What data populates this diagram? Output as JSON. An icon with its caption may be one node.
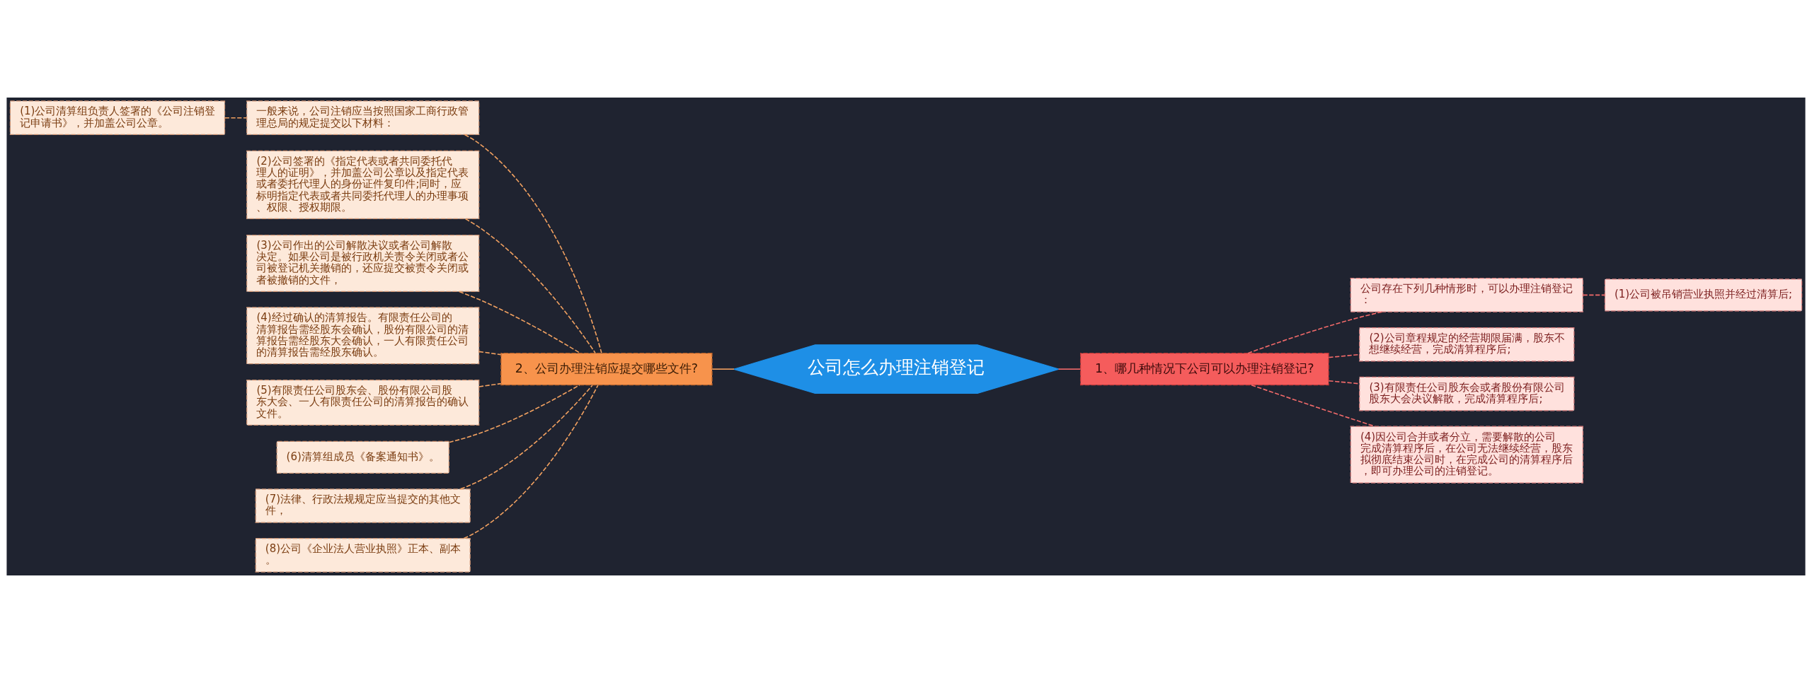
{
  "diagram": {
    "nodes": [
      {
        "text": [
          "公司怎么办理注销登记"
        ]
      },
      {
        "text": [
          "1、哪几种情况下公司可以办理注销登记?"
        ]
      },
      {
        "text": [
          "公司存在下列几种情形时，可以办理注销登记："
        ]
      },
      {
        "text": [
          "(1)公司被吊销营业执照并经过清算后;"
        ]
      },
      {
        "text": [
          "(2)公司章程规定的经营期限届满，股东不想继续经营，完成清算程序后;"
        ]
      },
      {
        "text": [
          "(3)有限责任公司股东会或者股份有限公司股东大会决议解散，完成清算程序后;"
        ]
      },
      {
        "text": [
          "(4)因公司合并或者分立，需要解散的公司完成清算程序后，在公司无法继续经营，股东拟彻底结束公司时，在完成公司的清算程序后，即可办理公司的注销登记。"
        ]
      },
      {
        "text": [
          "2、公司办理注销应提交哪些文件?"
        ]
      },
      {
        "text": [
          "一般来说，公司注销应当按照国家工商行政管理总局的规定提交以下材料："
        ]
      },
      {
        "text": [
          "(1)公司清算组负责人签署的《公司注销登记申请书》，并加盖公司公章。"
        ]
      },
      {
        "text": [
          "(2)公司签署的《指定代表或者共同委托代理人的证明》，并加盖公司公章以及指定代表或者委托代理人的身份证件复印件;同时，应标明指定代表或者共同委托代理人的办理事项、权限、授权期限。"
        ]
      },
      {
        "text": [
          "(3)公司作出的公司解散决议或者公司解散决定。如果公司是被行政机关责令关闭或者公司被登记机关撤销的，还应提交被责令关闭或者被撤销的文件，"
        ]
      },
      {
        "text": [
          "(4)经过确认的清算报告。有限责任公司的清算报告需经股东会确认，股份有限公司的清算报告需经股东大会确认，一人有限责任公司的清算报告需经股东确认。"
        ]
      },
      {
        "text": [
          "(5)有限责任公司股东会、股份有限公司股东大会、一人有限责任公司的清算报告的确认文件。"
        ]
      },
      {
        "text": [
          "(6)清算组成员《备案通知书》。"
        ]
      },
      {
        "text": [
          "(7)法律、行政法规规定应当提交的其他文件，"
        ]
      },
      {
        "text": [
          "(8)公司《企业法人营业执照》正本、副本。"
        ]
      }
    ],
    "edges": [
      {
        "from": 0,
        "to": 1,
        "arrow": "none",
        "color": "#f26a6a"
      },
      {
        "from": 1,
        "to": 2,
        "arrow": "none",
        "style": "dashed",
        "color": "#f26a6a"
      },
      {
        "from": 2,
        "to": 3,
        "arrow": "none",
        "style": "dashed",
        "color": "#f26a6a"
      },
      {
        "from": 1,
        "to": 4,
        "arrow": "none",
        "style": "dashed",
        "color": "#f26a6a"
      },
      {
        "from": 1,
        "to": 5,
        "arrow": "none",
        "style": "dashed",
        "color": "#f26a6a"
      },
      {
        "from": 1,
        "to": 6,
        "arrow": "none",
        "style": "dashed",
        "color": "#f26a6a"
      },
      {
        "from": 0,
        "to": 7,
        "arrow": "none"
      },
      {
        "from": 7,
        "to": 8,
        "arrow": "none",
        "style": "dashed"
      },
      {
        "from": 8,
        "to": 9,
        "arrow": "none",
        "style": "dashed"
      },
      {
        "from": 7,
        "to": 10,
        "arrow": "none",
        "style": "dashed"
      },
      {
        "from": 7,
        "to": 11,
        "arrow": "none",
        "style": "dashed"
      },
      {
        "from": 7,
        "to": 12,
        "arrow": "none",
        "style": "dashed"
      },
      {
        "from": 7,
        "to": 13,
        "arrow": "none",
        "style": "dashed"
      },
      {
        "from": 7,
        "to": 14,
        "arrow": "none",
        "style": "dashed"
      },
      {
        "from": 7,
        "to": 15,
        "arrow": "none",
        "style": "dashed"
      },
      {
        "from": 7,
        "to": 16,
        "arrow": "none",
        "style": "dashed"
      }
    ]
  }
}
